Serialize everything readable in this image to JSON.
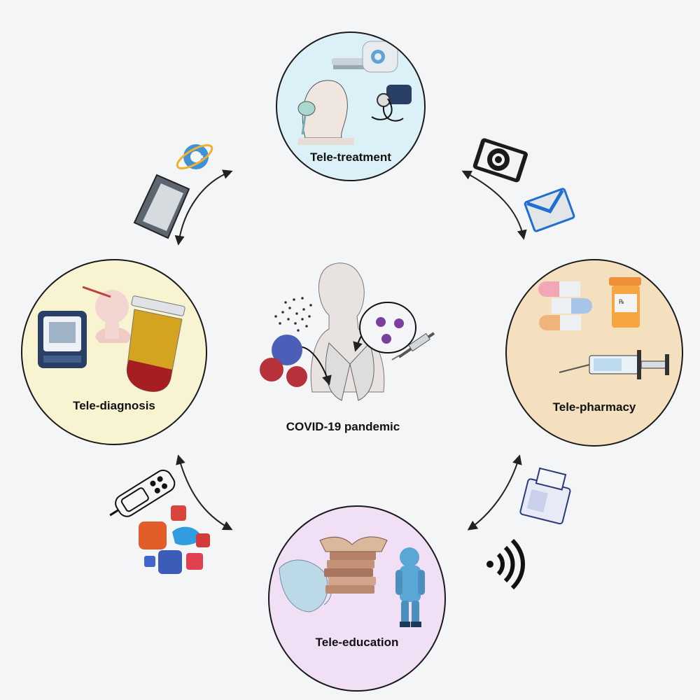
{
  "center": {
    "label": "COVID-19 pandemic"
  },
  "nodes": {
    "treatment": {
      "label": "Tele-treatment",
      "color": "#dcf1f7"
    },
    "pharmacy": {
      "label": "Tele-pharmacy",
      "color": "#f4dfbf"
    },
    "education": {
      "label": "Tele-education",
      "color": "#f1dff5"
    },
    "diagnosis": {
      "label": "Tele-diagnosis",
      "color": "#f8f4d2"
    }
  },
  "connectors": [
    {
      "between": "treatment-diagnosis",
      "icons": [
        "laptop-icon",
        "internet-explorer-icon"
      ]
    },
    {
      "between": "treatment-pharmacy",
      "icons": [
        "camera-icon",
        "email-icon"
      ]
    },
    {
      "between": "pharmacy-education",
      "icons": [
        "fax-machine-icon",
        "wireless-signal-icon"
      ]
    },
    {
      "between": "education-diagnosis",
      "icons": [
        "glucometer-icon",
        "social-media-icons"
      ]
    }
  ]
}
